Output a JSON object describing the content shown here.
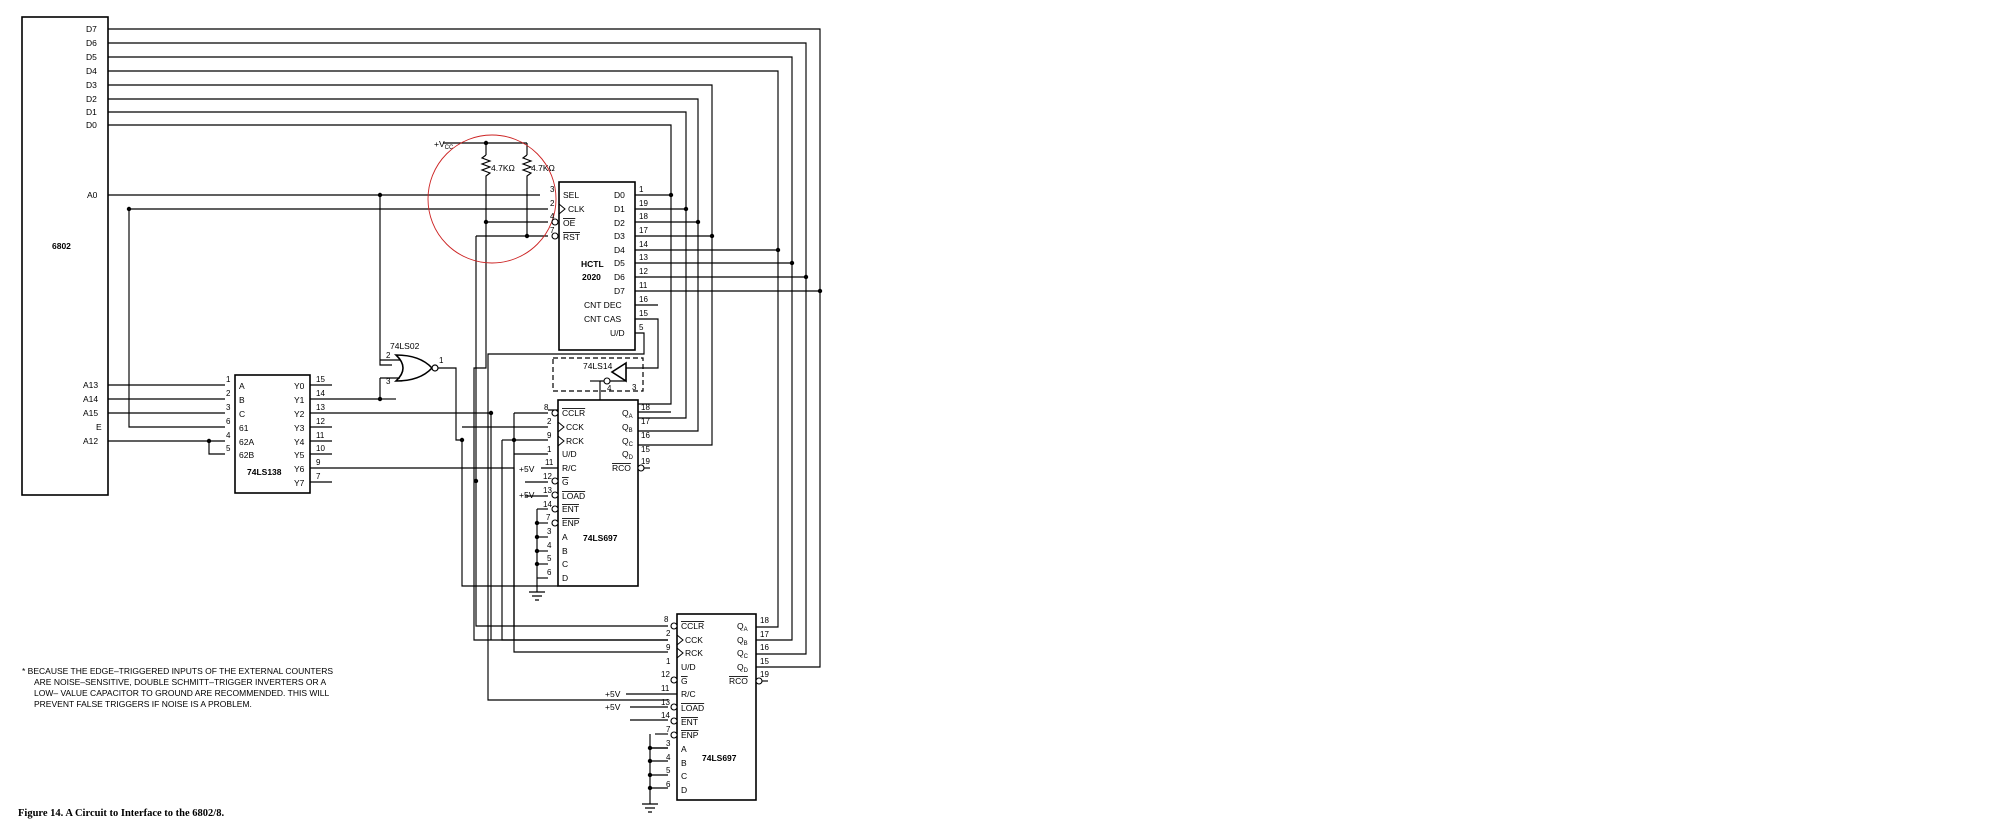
{
  "cpu": {
    "name": "6802",
    "data_pins": [
      "D7",
      "D6",
      "D5",
      "D4",
      "D3",
      "D2",
      "D1",
      "D0"
    ],
    "a0": "A0",
    "addr_pins": [
      "A13",
      "A14",
      "A15",
      "E",
      "A12"
    ]
  },
  "decoder": {
    "name": "74LS138",
    "in_pins": [
      "A",
      "B",
      "C",
      "61",
      "62A",
      "62B"
    ],
    "in_nums": [
      "1",
      "2",
      "3",
      "6",
      "4",
      "5"
    ],
    "out_pins": [
      "Y0",
      "Y1",
      "Y2",
      "Y3",
      "Y4",
      "Y5",
      "Y6",
      "Y7"
    ],
    "out_nums": [
      "15",
      "14",
      "13",
      "12",
      "11",
      "10",
      "9",
      "7"
    ]
  },
  "nor_gate": {
    "name": "74LS02",
    "in_nums": [
      "2",
      "3"
    ],
    "out_num": "1"
  },
  "inverter": {
    "name": "74LS14",
    "in_num": "4",
    "out_num": "3"
  },
  "pullups": {
    "supply": "+V",
    "supply_sub": "CC",
    "r1": "4.7KΩ",
    "r2": "4.7KΩ"
  },
  "hctl": {
    "name1": "HCTL",
    "name2": "2020",
    "left_pins": [
      "SEL",
      "CLK",
      "OE",
      "RST"
    ],
    "left_nums": [
      "3",
      "2",
      "4",
      "7"
    ],
    "right_pins": [
      "D0",
      "D1",
      "D2",
      "D3",
      "D4",
      "D5",
      "D6",
      "D7",
      "CNT DEC",
      "CNT CAS",
      "U/D"
    ],
    "right_nums": [
      "1",
      "19",
      "18",
      "17",
      "14",
      "13",
      "12",
      "11",
      "16",
      "15",
      "5"
    ]
  },
  "counter1": {
    "name": "74LS697",
    "left_pins": [
      "CCLR",
      "CCK",
      "RCK",
      "U/D",
      "R/C",
      "G",
      "LOAD",
      "ENT",
      "ENP",
      "A",
      "B",
      "C",
      "D"
    ],
    "left_nums": [
      "8",
      "2",
      "9",
      "1",
      "11",
      "12",
      "13",
      "14",
      "7",
      "3",
      "4",
      "5",
      "6"
    ],
    "right_pins": [
      "QA",
      "QB",
      "QC",
      "QD",
      "RCO"
    ],
    "right_nums": [
      "18",
      "17",
      "16",
      "15",
      "19"
    ],
    "v1": "+5V",
    "v2": "+5V"
  },
  "counter2": {
    "name": "74LS697",
    "left_pins": [
      "CCLR",
      "CCK",
      "RCK",
      "U/D",
      "G",
      "R/C",
      "LOAD",
      "ENT",
      "ENP",
      "A",
      "B",
      "C",
      "D"
    ],
    "left_nums": [
      "8",
      "2",
      "9",
      "1",
      "12",
      "11",
      "13",
      "14",
      "7",
      "3",
      "4",
      "5",
      "6"
    ],
    "right_pins": [
      "QA",
      "QB",
      "QC",
      "QD",
      "RCO"
    ],
    "right_nums": [
      "18",
      "17",
      "16",
      "15",
      "19"
    ],
    "v1": "+5V",
    "v2": "+5V"
  },
  "note": [
    "* BECAUSE THE EDGE–TRIGGERED INPUTS OF THE EXTERNAL COUNTERS",
    "ARE NOISE–SENSITIVE, DOUBLE SCHMITT–TRIGGER INVERTERS OR A",
    "LOW– VALUE CAPACITOR TO GROUND ARE RECOMMENDED. THIS WILL",
    "PREVENT FALSE TRIGGERS IF NOISE IS A PROBLEM."
  ],
  "caption": "Figure 14. A Circuit to Interface to the 6802/8.",
  "colors": {
    "ink": "#000000",
    "annotation_circle": "#cc2222",
    "background": "#ffffff"
  }
}
